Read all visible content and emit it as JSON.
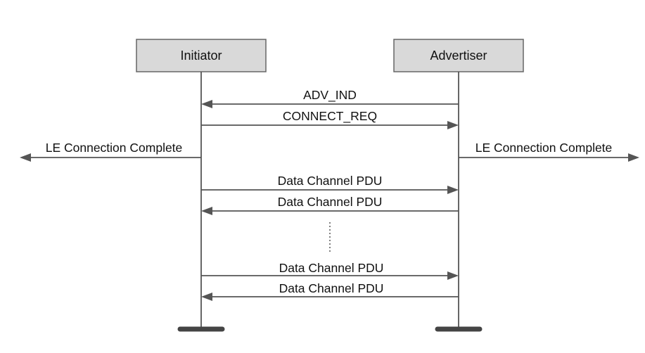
{
  "participants": {
    "initiator": "Initiator",
    "advertiser": "Advertiser"
  },
  "messages": [
    {
      "label": "ADV_IND",
      "from": "advertiser",
      "to": "initiator"
    },
    {
      "label": "CONNECT_REQ",
      "from": "initiator",
      "to": "advertiser"
    },
    {
      "label": "Data Channel PDU",
      "from": "initiator",
      "to": "advertiser"
    },
    {
      "label": "Data Channel PDU",
      "from": "advertiser",
      "to": "initiator"
    },
    {
      "label": "Data Channel PDU",
      "from": "initiator",
      "to": "advertiser"
    },
    {
      "label": "Data Channel PDU",
      "from": "advertiser",
      "to": "initiator"
    }
  ],
  "host_events": {
    "initiator": "LE Connection Complete",
    "advertiser": "LE Connection Complete"
  },
  "colors": {
    "box_fill": "#d9d9d9",
    "line": "#555555"
  }
}
